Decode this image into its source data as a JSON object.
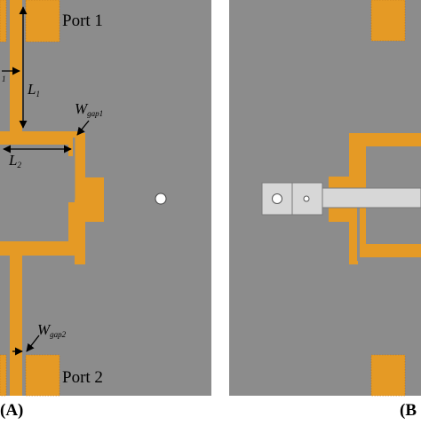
{
  "panel_a": {
    "port1_label": "Port 1",
    "port2_label": "Port 2",
    "dim_l1": "L",
    "dim_l1_sub": "1",
    "dim_l2": "L",
    "dim_l2_sub": "2",
    "wgap1": "W",
    "wgap1_sub": "gap1",
    "wgap2": "W",
    "wgap2_sub": "gap2",
    "left_edge_sub": "1",
    "caption": "(A)"
  },
  "panel_b": {
    "caption": "(B"
  },
  "colors": {
    "board": "#8c8c8c",
    "copper": "#e59a25",
    "clean_metal": "#d7d7d7"
  }
}
